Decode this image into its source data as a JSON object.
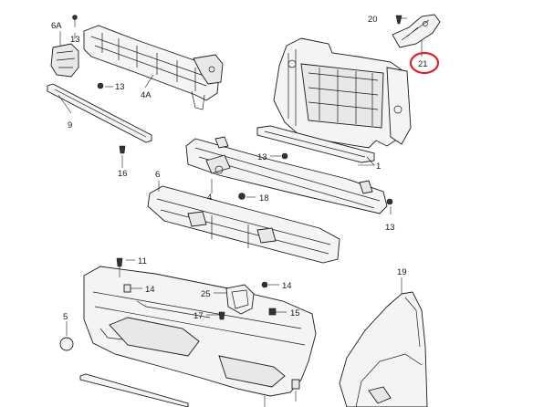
{
  "callouts": {
    "c1": "1",
    "c4": "4",
    "c4a": "4A",
    "c5": "5",
    "c6": "6",
    "c6a": "6A",
    "c9": "9",
    "c11": "11",
    "c13a": "13",
    "c13b": "13",
    "c13c": "13",
    "c13d": "13",
    "c14a": "14",
    "c14b": "14",
    "c15": "15",
    "c16": "16",
    "c17": "17",
    "c18": "18",
    "c19": "19",
    "c20": "20",
    "c21": "21",
    "c25": "25"
  },
  "highlight": {
    "callout": "21",
    "color": "#e0202a"
  }
}
